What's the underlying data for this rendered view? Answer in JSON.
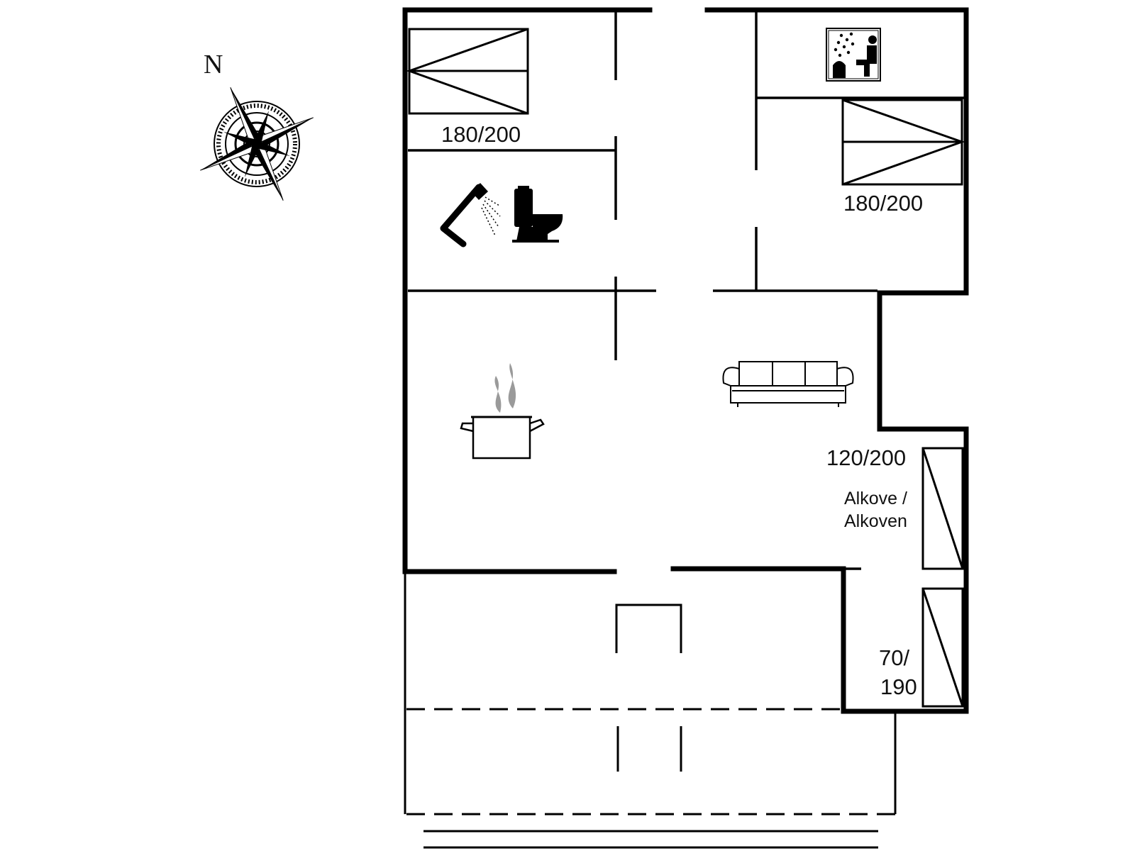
{
  "compass": {
    "label": "N",
    "icon": "compass-rose-icon"
  },
  "beds": [
    {
      "id": "bed-top-left",
      "size": "180/200"
    },
    {
      "id": "bed-top-right",
      "size": "180/200"
    },
    {
      "id": "bed-alcove",
      "size": "120/200"
    },
    {
      "id": "bed-small",
      "size_line1": "70/",
      "size_line2": "190"
    }
  ],
  "alcove": {
    "line1": "Alkove /",
    "line2": "Alkoven"
  },
  "icons": {
    "bathroom": [
      "shower-icon",
      "toilet-icon"
    ],
    "kitchen": "cooking-pot-icon",
    "living": "sofa-icon",
    "sauna": "sauna-icon"
  },
  "colors": {
    "wall": "#000000",
    "steam": "#9a9a9a",
    "background": "#ffffff"
  }
}
